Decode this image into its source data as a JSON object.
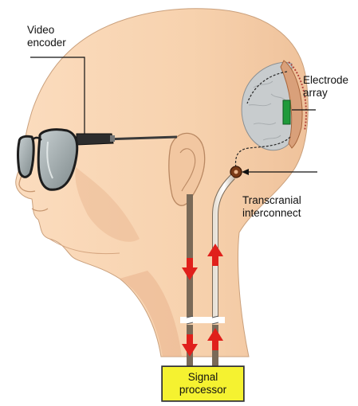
{
  "labels": {
    "video_encoder": [
      "Video",
      "encoder"
    ],
    "electrode_array": [
      "Electrode",
      "array"
    ],
    "transcranial_interconnect": [
      "Transcranial",
      "interconnect"
    ],
    "signal_processor": [
      "Signal",
      "processor"
    ]
  },
  "colors": {
    "skin": "#f7d2ae",
    "skin_shadow": "#e9b58d",
    "brain_cortex": "#c9cdd0",
    "electrode": "#1f9a3a",
    "arrow": "#e0201b",
    "processor_fill": "#f5f230",
    "lens_tint": "#9aa5a8"
  }
}
